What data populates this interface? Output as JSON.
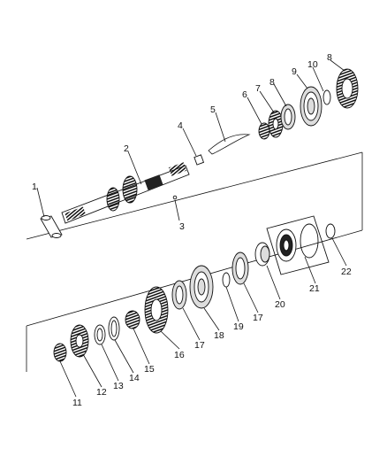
{
  "diagram": {
    "callouts": [
      {
        "id": "c1",
        "label": "1"
      },
      {
        "id": "c2",
        "label": "2"
      },
      {
        "id": "c3",
        "label": "3"
      },
      {
        "id": "c4",
        "label": "4"
      },
      {
        "id": "c5",
        "label": "5"
      },
      {
        "id": "c6",
        "label": "6"
      },
      {
        "id": "c7",
        "label": "7"
      },
      {
        "id": "c8a",
        "label": "8"
      },
      {
        "id": "c9",
        "label": "9"
      },
      {
        "id": "c10",
        "label": "10"
      },
      {
        "id": "c8b",
        "label": "8"
      },
      {
        "id": "c11",
        "label": "11"
      },
      {
        "id": "c12",
        "label": "12"
      },
      {
        "id": "c13",
        "label": "13"
      },
      {
        "id": "c14",
        "label": "14"
      },
      {
        "id": "c15",
        "label": "15"
      },
      {
        "id": "c16",
        "label": "16"
      },
      {
        "id": "c17a",
        "label": "17"
      },
      {
        "id": "c18",
        "label": "18"
      },
      {
        "id": "c19",
        "label": "19"
      },
      {
        "id": "c17b",
        "label": "17"
      },
      {
        "id": "c20",
        "label": "20"
      },
      {
        "id": "c21",
        "label": "21"
      },
      {
        "id": "c22",
        "label": "22"
      }
    ]
  },
  "colors": {
    "ink": "#111111",
    "paper": "#ffffff",
    "gear_dark": "#222222",
    "gear_light": "#dddddd"
  }
}
